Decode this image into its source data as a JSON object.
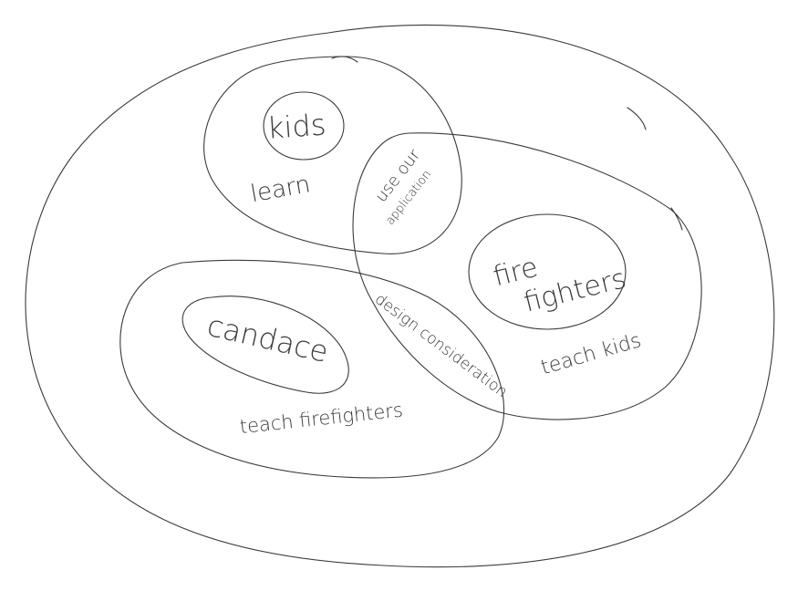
{
  "diagram": {
    "groups": {
      "kids": {
        "label": "kids",
        "activity": "learn"
      },
      "firefighters": {
        "label_line1": "fire",
        "label_line2": "fighters",
        "activity": "teach kids"
      },
      "candace": {
        "label": "candace",
        "activity": "teach firefighters"
      }
    },
    "overlaps": {
      "kids_firefighters": {
        "line1": "use our",
        "line2": "application"
      },
      "candace_firefighters": {
        "label": "design consideration"
      }
    }
  },
  "colors": {
    "ink": "#3a3a3a",
    "background": "#ffffff"
  }
}
